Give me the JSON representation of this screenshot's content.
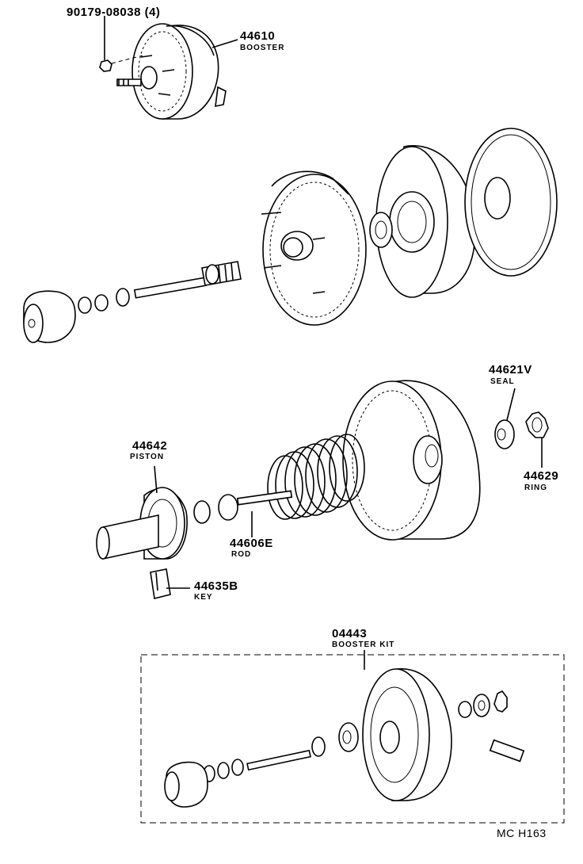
{
  "parts": {
    "nut": {
      "number": "90179-08038 (4)"
    },
    "booster": {
      "number": "44610",
      "name": "BOOSTER"
    },
    "seal": {
      "number": "44621V",
      "name": "SEAL"
    },
    "ring": {
      "number": "44629",
      "name": "RING"
    },
    "piston": {
      "number": "44642",
      "name": "PISTON"
    },
    "rod": {
      "number": "44606E",
      "name": "ROD"
    },
    "key": {
      "number": "44635B",
      "name": "KEY"
    },
    "kit": {
      "number": "04443",
      "name": "BOOSTER KIT"
    }
  },
  "footer": {
    "code": "MC  H163"
  },
  "colors": {
    "line": "#000000",
    "background": "#ffffff"
  }
}
